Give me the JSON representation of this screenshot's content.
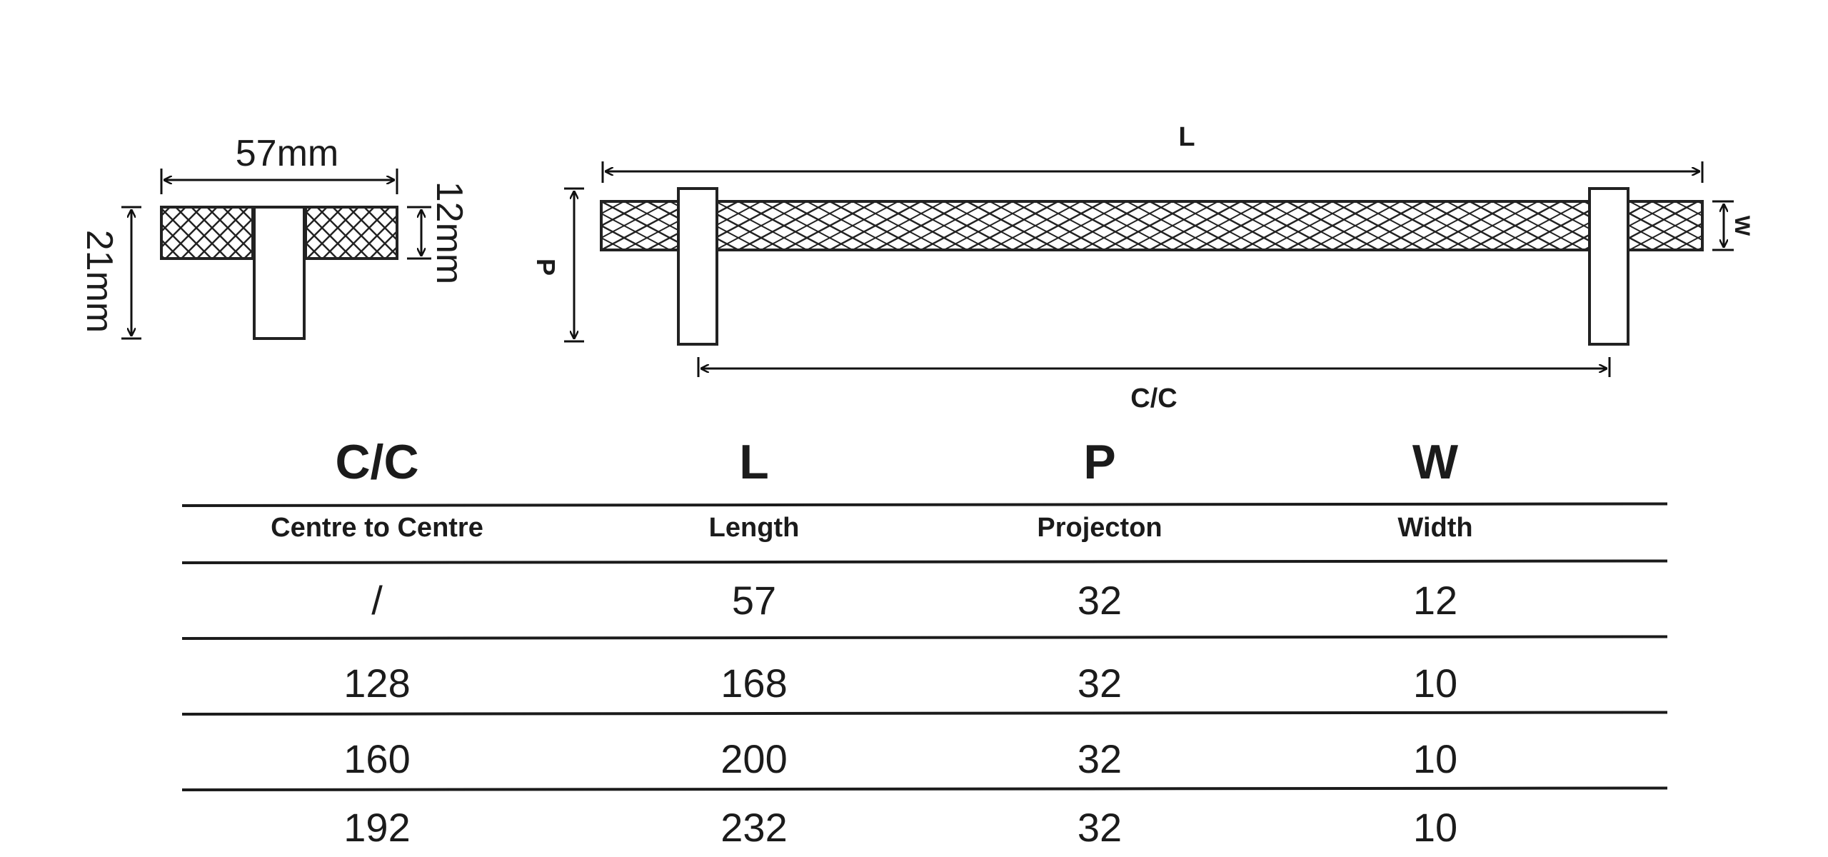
{
  "knob": {
    "width_label": "57mm",
    "height_label": "12mm",
    "depth_label": "21mm"
  },
  "handle": {
    "length_label": "L",
    "projection_label": "P",
    "width_label": "W",
    "centre_label": "C/C"
  },
  "table": {
    "columns": [
      {
        "code": "C/C",
        "name": "Centre to Centre"
      },
      {
        "code": "L",
        "name": "Length"
      },
      {
        "code": "P",
        "name": "Projecton"
      },
      {
        "code": "W",
        "name": "Width"
      }
    ],
    "rows": [
      [
        "/",
        "57",
        "32",
        "12"
      ],
      [
        "128",
        "168",
        "32",
        "10"
      ],
      [
        "160",
        "200",
        "32",
        "10"
      ],
      [
        "192",
        "232",
        "32",
        "10"
      ]
    ]
  }
}
